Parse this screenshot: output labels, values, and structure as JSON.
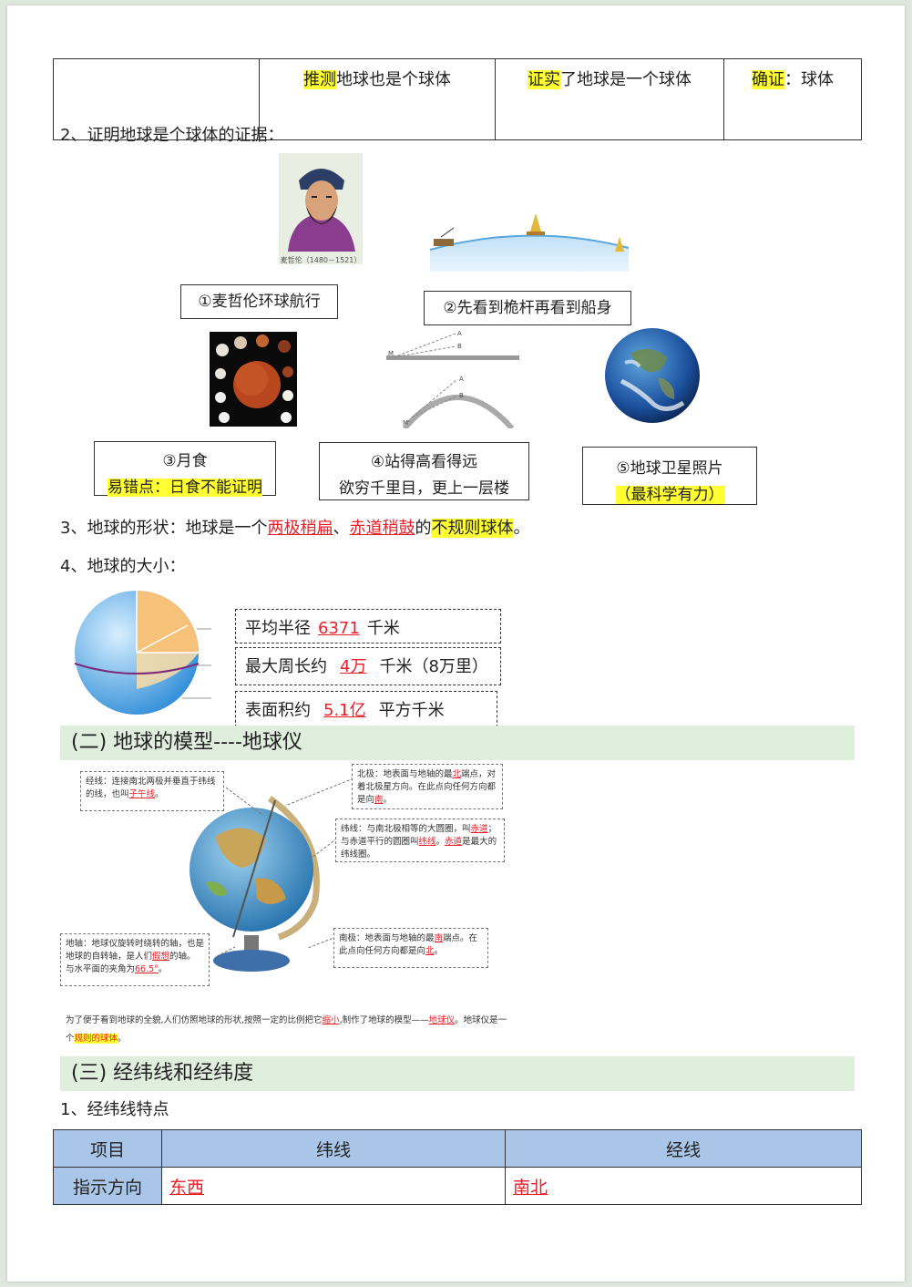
{
  "top_table": {
    "c1": "",
    "c2_hl": "推测",
    "c2_rest": "地球也是个球体",
    "c3_hl": "证实",
    "c3_rest": "了地球是一个球体",
    "c4_hl": "确证",
    "c4_rest": "：球体"
  },
  "section2": {
    "title": "2、证明地球是个球体的证据：",
    "portrait_caption": "麦哲伦（1480－1521）",
    "ev1": "①麦哲伦环球航行",
    "ev2": "②先看到桅杆再看到船身",
    "ev3_line1": "③月食",
    "ev3_line2": "易错点：日食不能证明",
    "ev4_line1": "④站得高看得远",
    "ev4_line2": "欲穷千里目，更上一层楼",
    "ev5_line1": "⑤地球卫星照片",
    "ev5_line2": "（最科学有力）",
    "diag_labels": [
      "M",
      "A",
      "B",
      "M'",
      "A",
      "B"
    ]
  },
  "section3": {
    "prefix": "3、地球的形状：地球是一个",
    "blank1": "两极稍扁",
    "sep": "、",
    "blank2": "赤道稍鼓",
    "mid": "的",
    "blank3": "不规则球体",
    "end": "。"
  },
  "section4": {
    "title": "4、地球的大小：",
    "r_label": "平均半径",
    "r_value": "6371",
    "r_unit": "千米",
    "c_label": "最大周长约",
    "c_value": "4万",
    "c_unit": "千米（8万里）",
    "a_label": "表面积约",
    "a_value": "5.1亿",
    "a_unit": "平方千米"
  },
  "band2": "(二) 地球的模型----地球仪",
  "globe_notes": {
    "meridian_a": "经线：连接南北两极并垂直于纬线的线，也叫",
    "meridian_b": "子午线",
    "meridian_c": "。",
    "north_a": "北极：地表面与地轴的最",
    "north_b": "北",
    "north_c": "端点，对着北极星方向。在此点向任何方向都是向",
    "north_d": "南",
    "north_e": "。",
    "lat_a": "纬线：与南北极相等的大圆圈，叫",
    "lat_b": "赤道",
    "lat_c": "；与赤道平行的圆圈叫",
    "lat_d": "纬线",
    "lat_e": "。",
    "lat_f": "赤道",
    "lat_g": "是最大的纬线圈。",
    "axis_a": "地轴：地球仪旋转时绕转的轴，也是地球的自转轴，是人们",
    "axis_b": "假想",
    "axis_c": "的轴。与水平面的夹角为",
    "axis_d": "66.5°",
    "axis_e": "。",
    "south_a": "南极：地表面与地轴的最",
    "south_b": "南",
    "south_c": "端点。在此点向任何方向都是向",
    "south_d": "北",
    "south_e": "。"
  },
  "model_text": {
    "a": "为了便于看到地球的全貌,人们仿照地球的形状,按照一定的比例把它",
    "b": "缩小",
    "c": ",制作了地球的模型——",
    "d": "地球仪",
    "e": "。地球仪是一个",
    "f": "规则的球体",
    "g": "。"
  },
  "band3": "(三) 经纬线和经纬度",
  "section_lines": {
    "title": "1、经纬线特点",
    "head": [
      "项目",
      "纬线",
      "经线"
    ],
    "row_label": "指示方向",
    "lat_dir": "东西",
    "lon_dir": "南北"
  },
  "colors": {
    "highlight": "#ffff33",
    "answer": "#e8202a",
    "band": "#dfeedd",
    "table_head": "#a9c6e8"
  }
}
